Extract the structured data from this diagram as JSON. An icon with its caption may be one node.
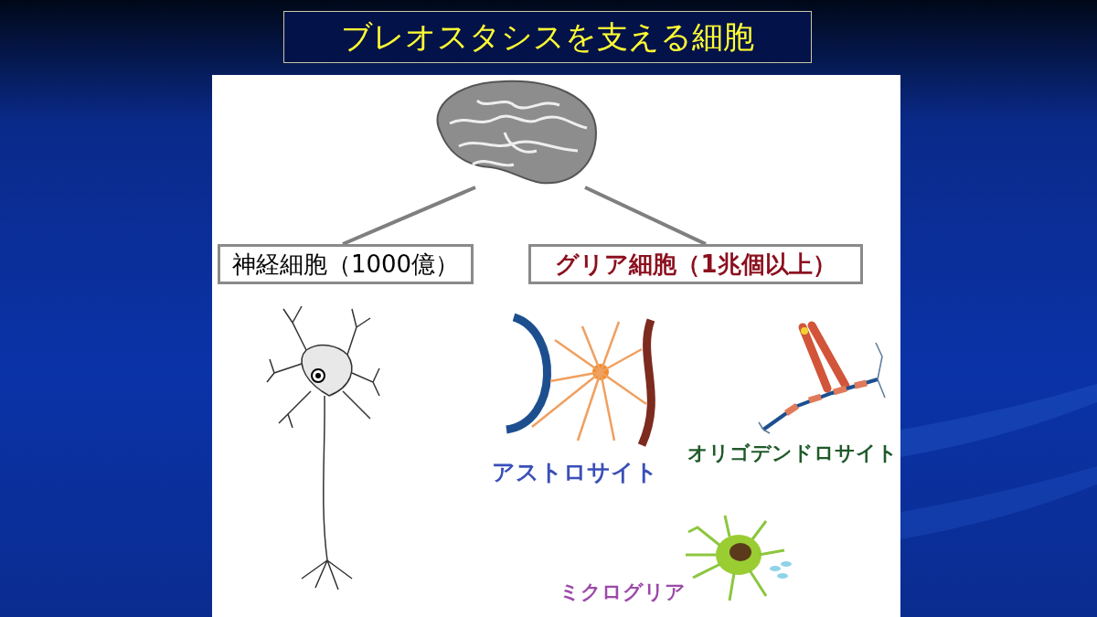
{
  "diagram": {
    "title": "ブレオスタシスを支える細胞",
    "nodes": [
      {
        "text": [],
        "shape": "picture"
      },
      {
        "text": [
          "神経細胞（1000億）"
        ]
      },
      {
        "text": [
          "グリア細胞（1兆個以上）"
        ]
      }
    ],
    "edges": [
      {
        "from": 0,
        "to": 1,
        "arrow": "none"
      },
      {
        "from": 0,
        "to": 2,
        "arrow": "none"
      }
    ],
    "labels": [
      "アストロサイト",
      "オリゴデンドロサイト",
      "ミクログリア"
    ]
  }
}
